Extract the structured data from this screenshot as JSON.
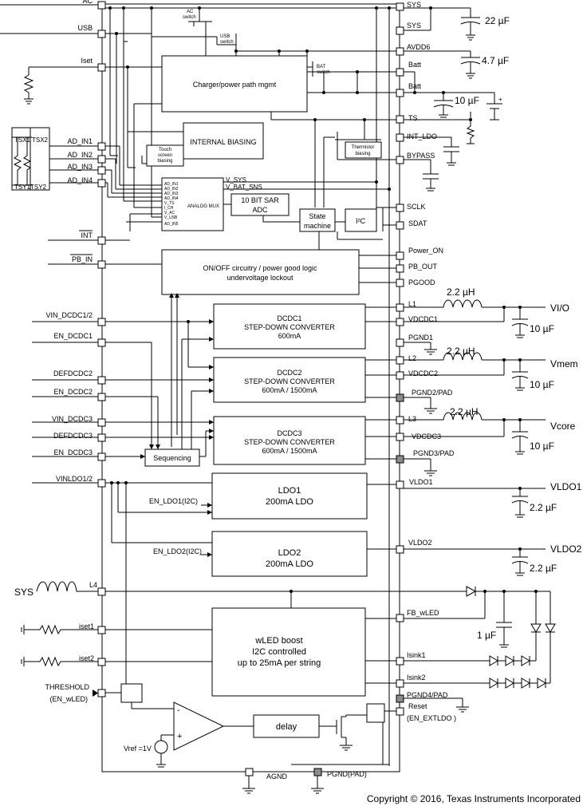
{
  "left_pins": {
    "ac": "AC",
    "usb": "USB",
    "iset": "Iset",
    "ad_in1": "AD_IN1",
    "ad_in2": "AD_IN2",
    "ad_in3": "AD_IN3",
    "ad_in4": "AD_IN4",
    "int": "INT",
    "pb_in": "PB_IN",
    "vin_dcdc12": "VIN_DCDC1/2",
    "en_dcdc1": "EN_DCDC1",
    "defdcdc2": "DEFDCDC2",
    "en_dcdc2": "EN_DCDC2",
    "vin_dcdc3": "VIN_DCDC3",
    "defdcdc3": "DEFDCDC3",
    "en_dcdc3": "EN_DCDC3",
    "vinldo12": "VINLDO1/2",
    "sys_in": "SYS",
    "l4": "L4",
    "iset1": "iset1",
    "iset2": "iset2",
    "threshold": "THRESHOLD",
    "en_wled": "(EN_wLED)"
  },
  "right_pins": {
    "sys1": "SYS",
    "sys2": "SYS",
    "avdd6": "AVDD6",
    "batt1": "Batt",
    "batt2": "Batt",
    "ts": "TS",
    "int_ldo": "INT_LDO",
    "bypass": "BYPASS",
    "sclk": "SCLK",
    "sdat": "SDAT",
    "power_on": "Power_ON",
    "pb_out": "PB_OUT",
    "pgood": "PGOOD",
    "l1": "L1",
    "vdcdc1": "VDCDC1",
    "pgnd1": "PGND1",
    "l2": "L2",
    "vdcdc2": "VDCDC2",
    "pgnd2": "PGND2/PAD",
    "l3": "L3",
    "vdcdc3": "VDCDC3",
    "pgnd3": "PGND3/PAD",
    "vldo1": "VLDO1",
    "vldo2": "VLDO2",
    "fb_wled": "FB_wLED",
    "isink1": "Isink1",
    "isink2": "Isink2",
    "pgnd4": "PGND4/PAD",
    "reset": "Reset",
    "en_extldo": "(EN_EXTLDO )"
  },
  "bottom_pins": {
    "agnd": "AGND",
    "pgnd_pad": "PGND(PAD)"
  },
  "blocks": {
    "ac_switch": [
      "AC",
      "switch"
    ],
    "usb_switch": [
      "USB",
      "switch"
    ],
    "bat_switch": [
      "BAT",
      "switch"
    ],
    "charger": "Charger/power path mgmt",
    "internal_biasing": "INTERNAL BIASING",
    "touch_biasing": [
      "Touch",
      "screen",
      "biasing"
    ],
    "thermistor_biasing": [
      "Thermistor",
      "biasing"
    ],
    "mux_label": "ANALOG MUX",
    "mux_inputs": [
      "AD_IN1",
      "AD_IN2",
      "AD_IN3",
      "AD_IN4",
      "V_TS",
      "I_CH",
      "V_AC",
      "V_USB",
      "AD_IN5"
    ],
    "v_sys": "V_SYS",
    "v_bat_sns": "V_BAT_SNS",
    "adc": [
      "10 BIT SAR",
      "ADC"
    ],
    "state_machine": [
      "State",
      "machine"
    ],
    "i2c": "I²C",
    "onoff": [
      "ON/OFF circuitry / power good logic",
      "undervoltage lockout"
    ],
    "dcdc1": [
      "DCDC1",
      "STEP-DOWN CONVERTER",
      "600mA"
    ],
    "dcdc2": [
      "DCDC2",
      "STEP-DOWN CONVERTER",
      "600mA / 1500mA"
    ],
    "dcdc3": [
      "DCDC3",
      "STEP-DOWN CONVERTER",
      "600mA / 1500mA"
    ],
    "sequencing": "Sequencing",
    "ldo1": [
      "LDO1",
      "200mA LDO"
    ],
    "ldo2": [
      "LDO2",
      "200mA LDO"
    ],
    "en_ldo1": "EN_LDO1(I2C)",
    "en_ldo2": "EN_LDO2(I2C)",
    "wled": [
      "wLED boost",
      "I2C controlled",
      "up to 25mA per string"
    ],
    "delay": "delay",
    "vref": "Vref =1V",
    "op_minus": "-",
    "op_plus": "+"
  },
  "external": {
    "cap_22uf": "22 µF",
    "cap_4_7uf": "4.7 µF",
    "cap_10uf_batt": "10 µF",
    "ind1": "2.2 µH",
    "ind2": "2.2 µH",
    "ind3": "2.2 µH",
    "cap_10uf_1": "10 µF",
    "cap_10uf_2": "10 µF",
    "cap_10uf_3": "10 µF",
    "cap_22_ldo1": "2.2 µF",
    "cap_22_ldo2": "2.2 µF",
    "cap_1uf": "1 µF",
    "vio": "VI/O",
    "vmem": "Vmem",
    "vcore": "Vcore",
    "vldo1_out": "VLDO1",
    "vldo2_out": "VLDO2",
    "tsx1": "TSX1",
    "tsx2": "TSX2",
    "tsy1": "TSY1",
    "tsy2": "TSY2"
  },
  "copyright": "Copyright © 2016, Texas Instruments Incorporated"
}
